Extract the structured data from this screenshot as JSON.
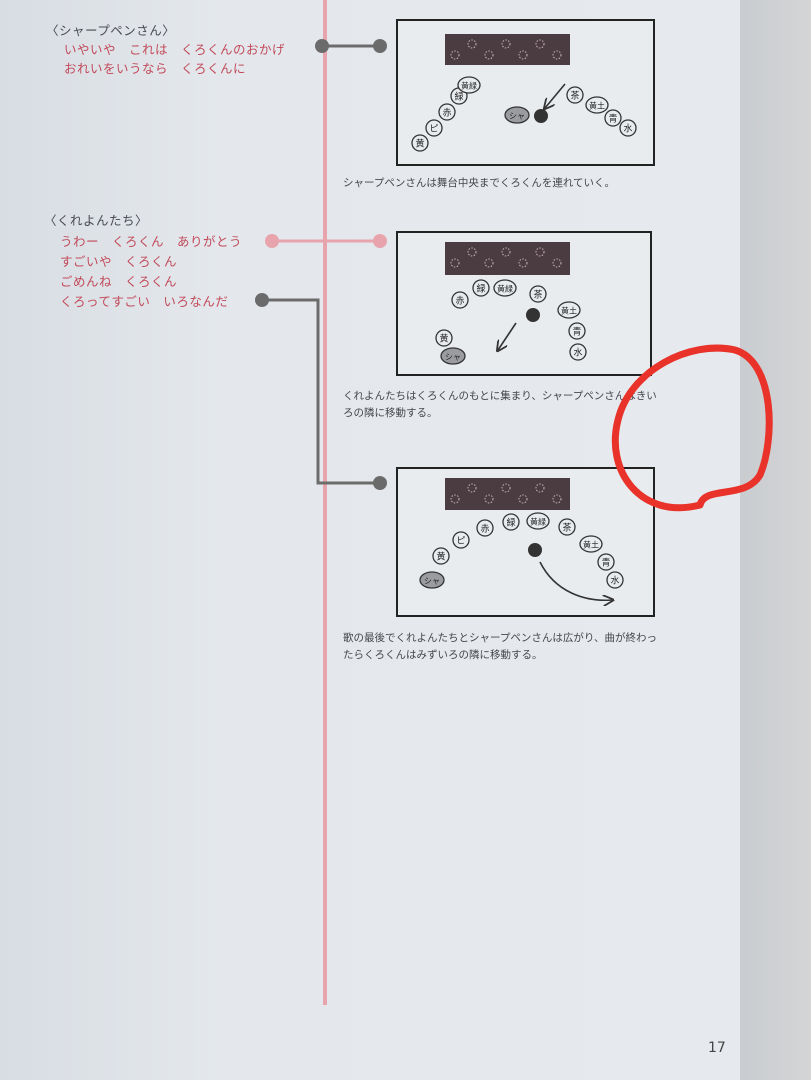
{
  "scene1": {
    "speaker": "〈シャープペンさん〉",
    "lines": [
      "いやいや　これは　くろくんのおかげ",
      "おれいをいうなら　くろくんに"
    ],
    "caption": "シャープペンさんは舞台中央までくろくんを連れていく。"
  },
  "scene2": {
    "speaker": "〈くれよんたち〉",
    "lines": [
      "うわー　くろくん　ありがとう",
      "すごいや　くろくん",
      "ごめんね　くろくん",
      "くろってすごい　いろなんだ"
    ],
    "caption_lines": [
      "くれよんたちはくろくんのもとに集まり、シャープペンさんはきい",
      "ろの隣に移動する。"
    ]
  },
  "scene3": {
    "caption_lines": [
      "歌の最後でくれよんたちとシャープペンさんは広がり、曲が終わっ",
      "たらくろくんはみずいろの隣に移動する。"
    ]
  },
  "labels": {
    "yellow": "黄",
    "pink": "ピ",
    "red": "赤",
    "green": "緑",
    "yellowgreen": "黄緑",
    "brown": "茶",
    "ochre": "黄土",
    "blue": "青",
    "lightblue": "水",
    "sharp": "シャ"
  },
  "page_number": "17",
  "colors": {
    "dialogue": "#c24a5a",
    "timeline": "#e8a4ad",
    "connector_gray": "#6b6b6b",
    "annotation": "#e8322a"
  }
}
